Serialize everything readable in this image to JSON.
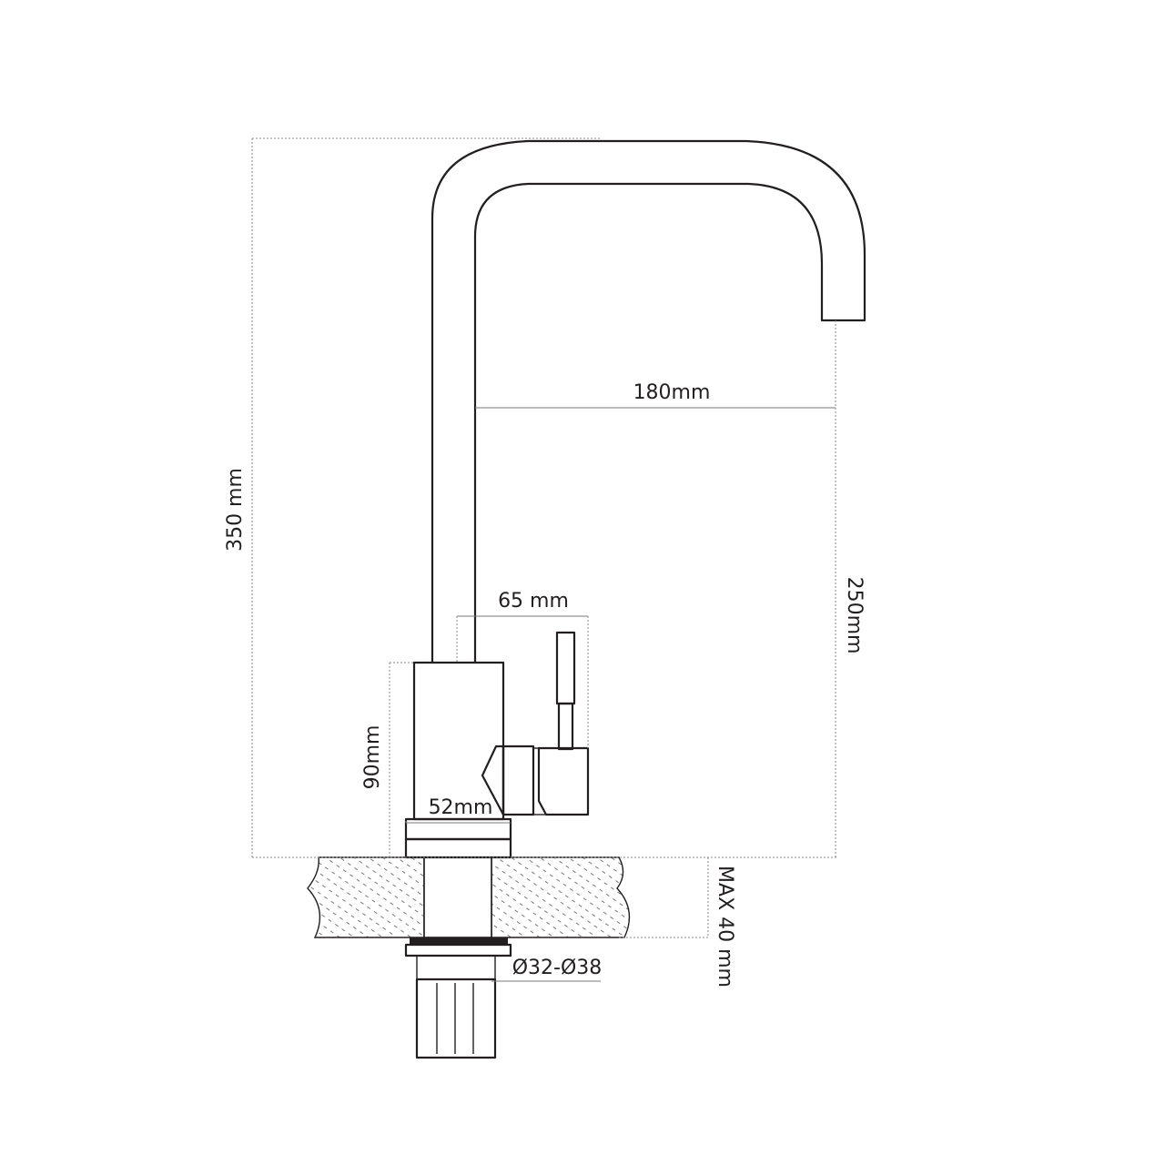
{
  "labels": {
    "height_total": "350 mm",
    "reach": "180mm",
    "spout_height": "250mm",
    "handle_reach": "65 mm",
    "body_height": "90mm",
    "base_diameter": "52mm",
    "hole_diameter": "Ø32-Ø38",
    "max_thickness": "MAX 40 mm"
  },
  "colors": {
    "line": "#231f20",
    "dimension": "#8a8a8a",
    "hatch": "#555555"
  }
}
